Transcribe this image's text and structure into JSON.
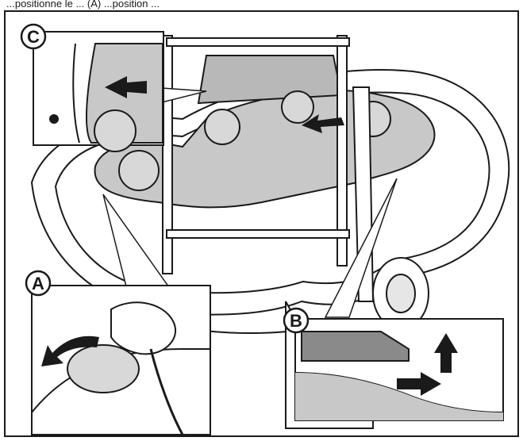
{
  "header": {
    "caption_fragment": "...positionne le ... (A) ...position ..."
  },
  "callouts": {
    "a": "A",
    "b": "B",
    "c": "C"
  },
  "colors": {
    "line": "#1a1a1a",
    "fill_light": "#ffffff",
    "fill_gray": "#c8c8c8",
    "fill_dark": "#8a8a8a",
    "background": "#ffffff"
  }
}
